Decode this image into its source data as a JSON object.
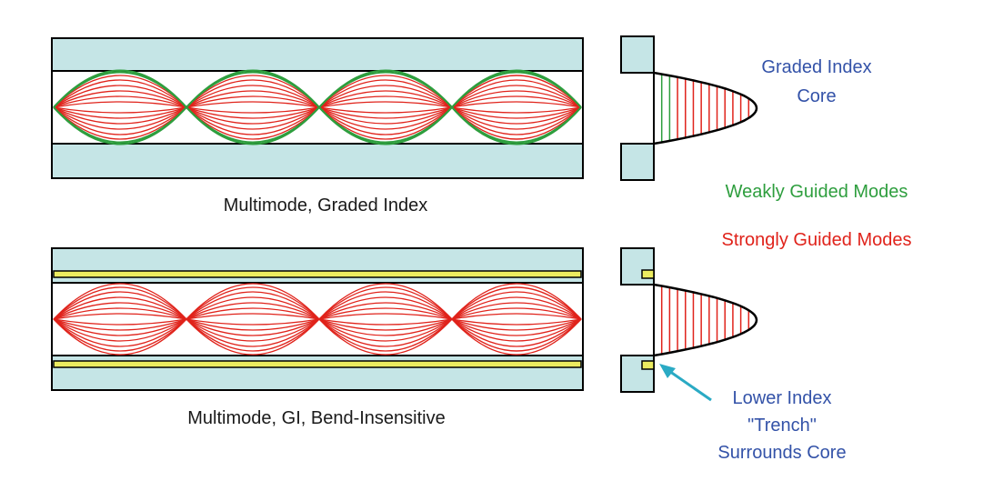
{
  "labels": {
    "top_caption": "Multimode, Graded Index",
    "bottom_caption": "Multimode, GI, Bend-Insensitive",
    "graded_index_line1": "Graded Index",
    "graded_index_line2": "Core",
    "weak_modes": "Weakly Guided Modes",
    "strong_modes": "Strongly Guided Modes",
    "trench_line1": "Lower Index",
    "trench_line2": "\"Trench\"",
    "trench_line3": "Surrounds Core"
  },
  "colors": {
    "cladding": "#c5e5e6",
    "outline": "#000000",
    "weak_mode": "#2e9e3e",
    "strong_mode": "#e0231b",
    "trench": "#ecec60",
    "blue_text": "#3352a8",
    "green_text": "#2e9e3e",
    "red_text": "#e0231b",
    "arrow": "#2aaac4"
  }
}
